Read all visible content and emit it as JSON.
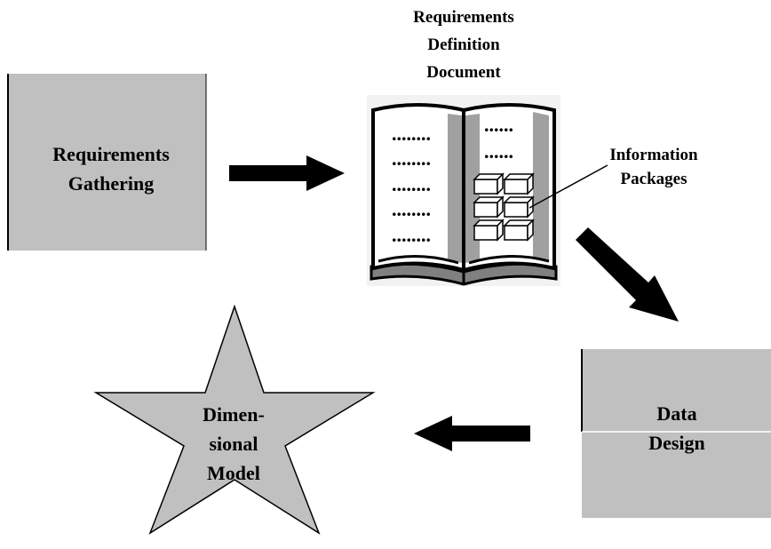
{
  "colors": {
    "box_fill": "#c0c0c0",
    "outline": "#000000",
    "page_fill": "#f2f2f2",
    "spine_fill": "#808080",
    "arrow": "#000000"
  },
  "nodes": {
    "requirements_gathering": {
      "line1": "Requirements",
      "line2": "Gathering"
    },
    "requirements_definition_document": {
      "line1": "Requirements",
      "line2": "Definition",
      "line3": "Document"
    },
    "information_packages": {
      "line1": "Information",
      "line2": "Packages"
    },
    "data_design": {
      "line1": "Data",
      "line2": "Design"
    },
    "dimensional_model": {
      "line1": "Dimen-",
      "line2": "sional",
      "line3": "Model"
    }
  },
  "book": {
    "left_page_dot_lines": 5,
    "right_page_dot_lines": 2,
    "dot_line_text": "........",
    "dot_line_text_short": "......",
    "cube_grid": {
      "rows": 3,
      "cols": 2
    }
  },
  "icons": [
    "book-icon",
    "cube-icon",
    "arrow-right-icon",
    "arrow-diagonal-icon",
    "arrow-left-icon",
    "star-icon"
  ]
}
